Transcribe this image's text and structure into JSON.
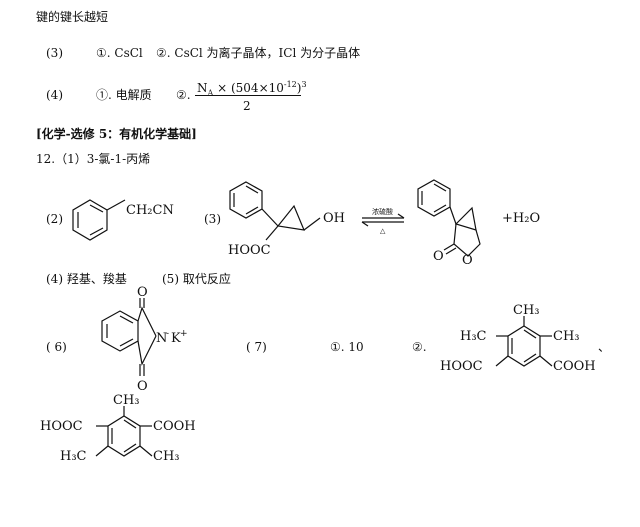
{
  "lines": {
    "l0": "键的键长越短",
    "q3_num": "(3)",
    "q3_a": "①. CsCl",
    "q3_b": "②. CsCl 为离子晶体，ICl 为分子晶体",
    "q4_num": "(4)",
    "q4_a": "①. 电解质",
    "q4_b": "②.",
    "frac_num": "N",
    "frac_sub": "A",
    "frac_rest": "× (504×10",
    "frac_exp1": "-12",
    "frac_close": ")",
    "frac_exp2": "3",
    "frac_den": "2",
    "section": "[化学-选修 5：有机化学基础]",
    "q12": "12.（1）3-氯-1-丙烯",
    "p2": "(2)",
    "p3": "(3)",
    "p4": "(4) 羟基、羧基",
    "p5": "(5) 取代反应",
    "p6": "( 6)",
    "p7": "( 7)",
    "p7a": "①. 10",
    "p7b": "②.",
    "comma": "、"
  },
  "chem": {
    "ch2cn": "CH₂CN",
    "oh": "OH",
    "hooc": "HOOC",
    "arrow_top": "浓硫酸",
    "arrow_bottom": "△",
    "h2o": "+H₂O",
    "o": "O",
    "nk": "N",
    "k": "K",
    "minus": "-",
    "plus": "+",
    "ch3": "CH₃",
    "h3c": "H₃C",
    "cooh": "COOH"
  }
}
